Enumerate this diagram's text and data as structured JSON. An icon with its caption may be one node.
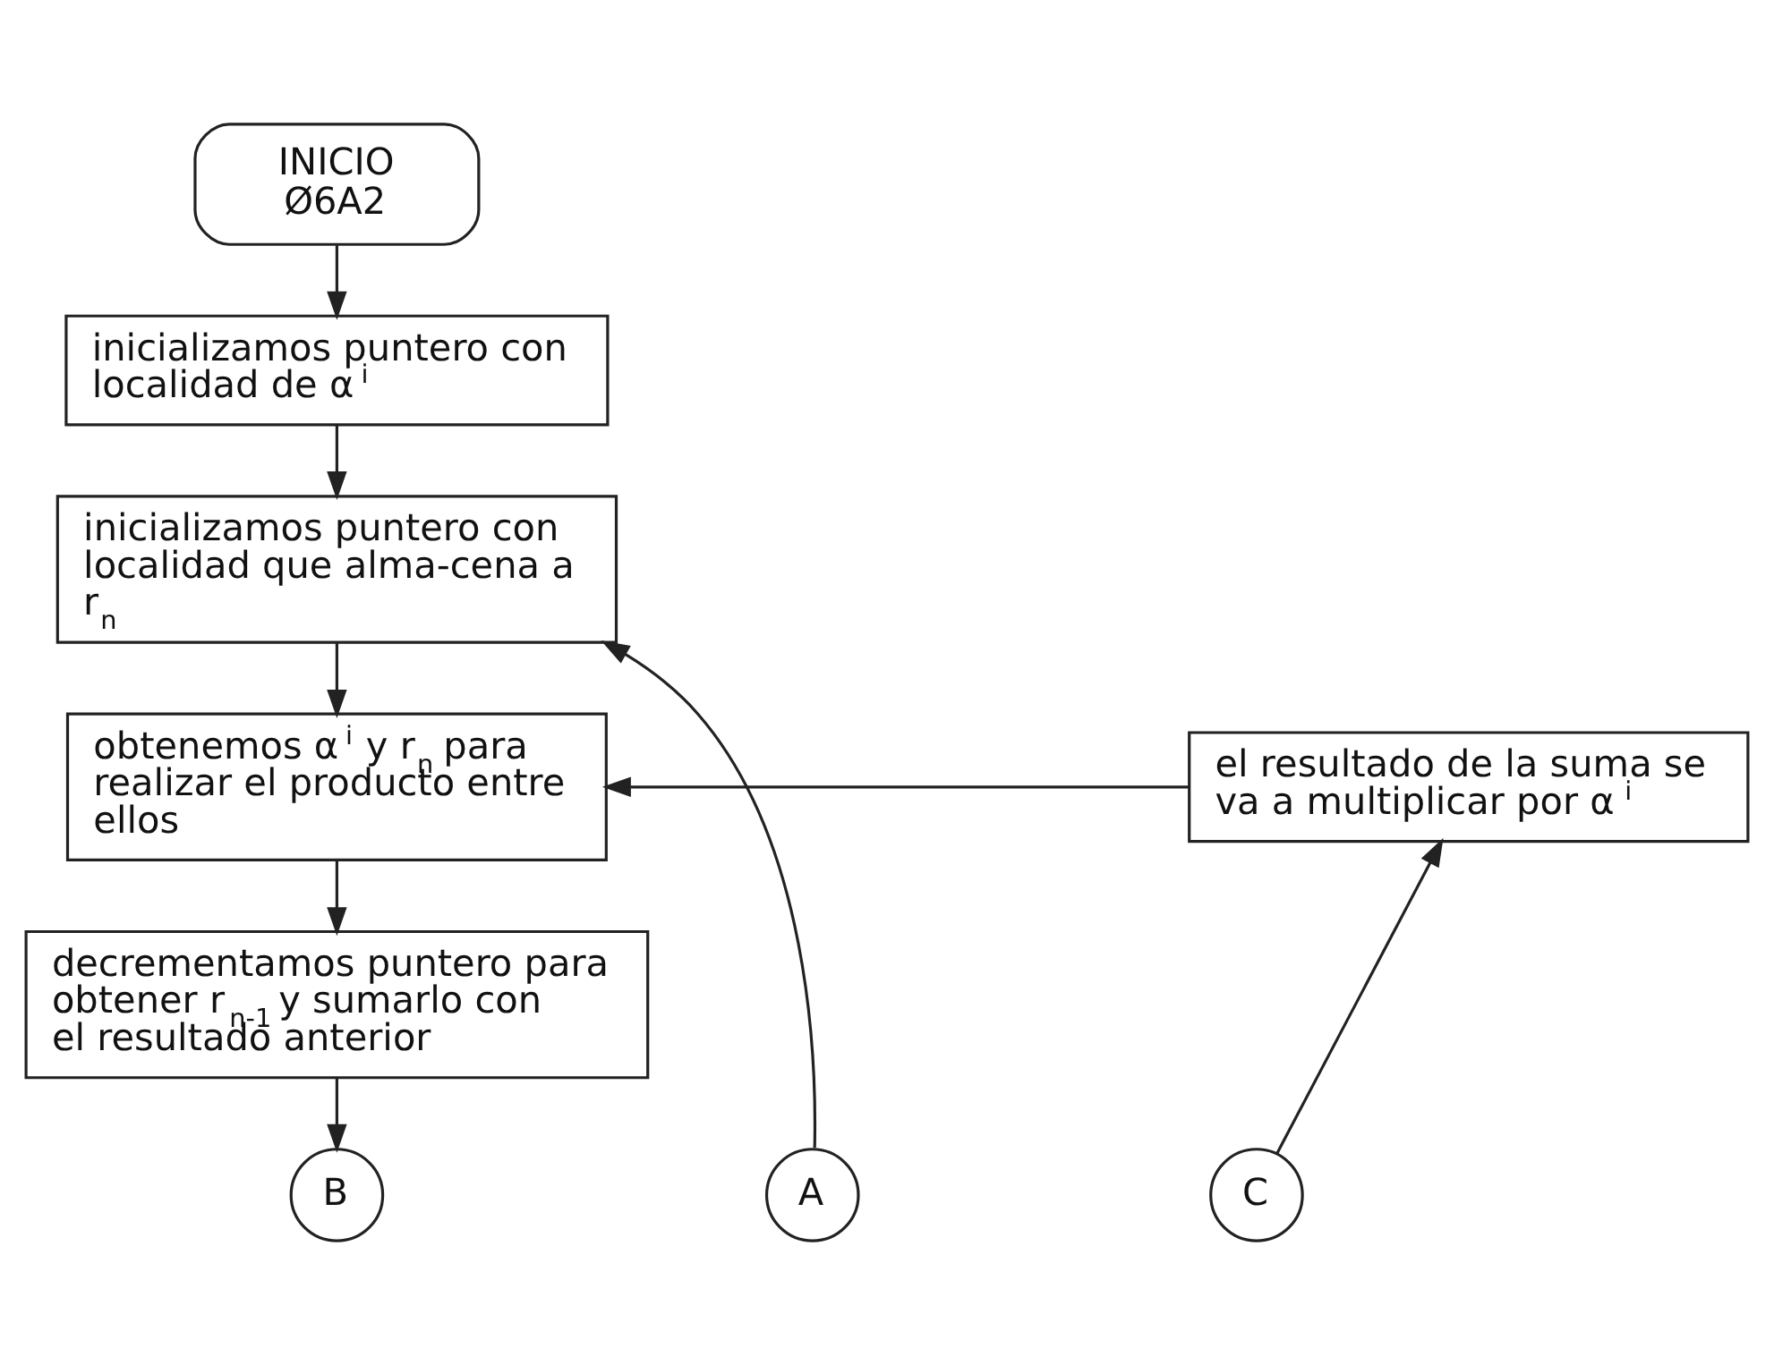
{
  "diagram": {
    "nodes": [
      {
        "text": [
          "INICIO Ø6A2"
        ]
      },
      {
        "text": [
          "inicializamos puntero con localidad de α$^{i}$"
        ]
      },
      {
        "text": [
          "inicializamos puntero con localidad que alma-cena a r$_{n}$"
        ]
      },
      {
        "text": [
          "obtenemos α$^{i}$ y r$_{n}$ para realizar el producto entre ellos"
        ]
      },
      {
        "text": [
          "decrementamos puntero para obtener r$_{n-1}$ y sumarlo con el resultado anterior"
        ]
      },
      {
        "text": [
          "el resultado de la suma se va a multiplicar por α$^{i}$"
        ]
      },
      {
        "text": [
          "A"
        ]
      },
      {
        "text": [
          "B"
        ]
      },
      {
        "text": [
          "C"
        ]
      }
    ],
    "edges": [
      {
        "from": 0,
        "to": 1,
        "arrow": "to"
      },
      {
        "from": 1,
        "to": 2,
        "arrow": "to"
      },
      {
        "from": 6,
        "to": 2,
        "arrow": "to"
      },
      {
        "from": 2,
        "to": 3,
        "arrow": "to"
      },
      {
        "from": 5,
        "to": 3,
        "arrow": "to"
      },
      {
        "from": 3,
        "to": 4,
        "arrow": "to"
      },
      {
        "from": 4,
        "to": 7,
        "arrow": "to"
      },
      {
        "from": 8,
        "to": 5,
        "arrow": "to"
      }
    ]
  }
}
